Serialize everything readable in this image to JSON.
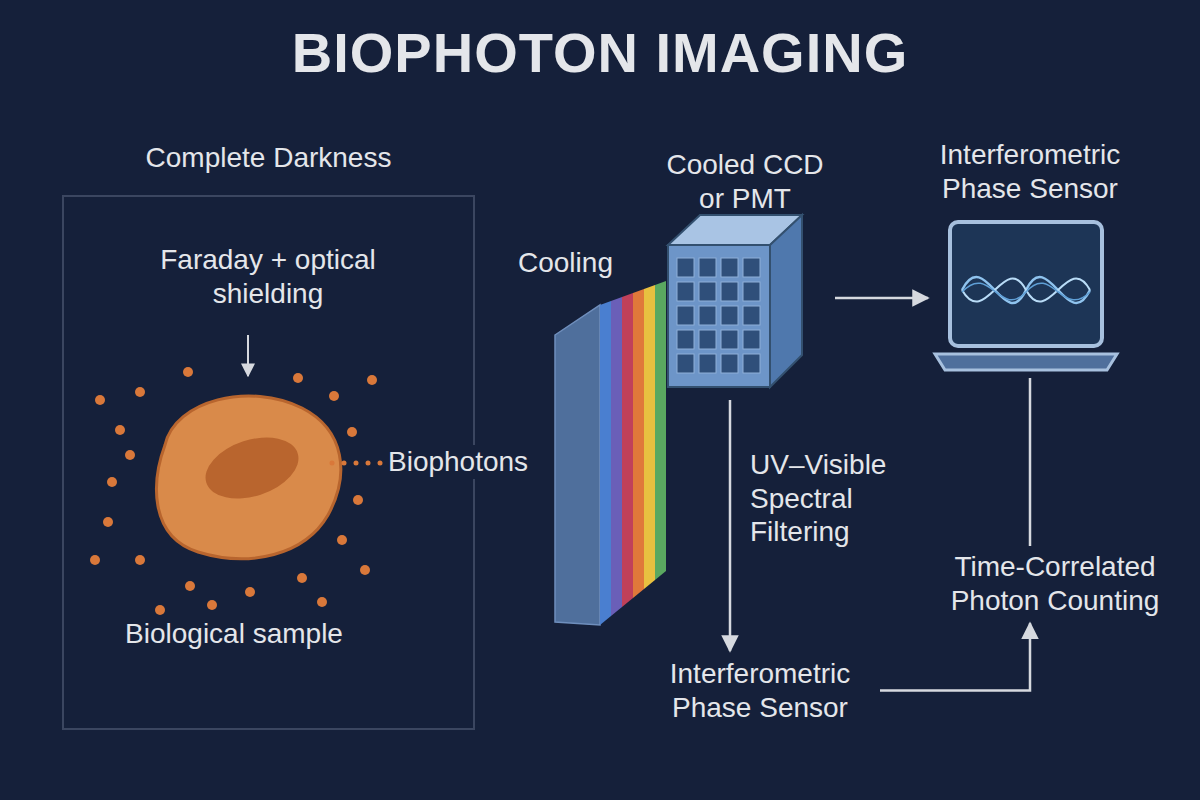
{
  "diagram": {
    "title": "BIOPHOTON IMAGING",
    "nodes": [
      {
        "text": [
          "Complete Darkness",
          "Faraday + optical shielding",
          "Biological sample"
        ]
      },
      {
        "text": [
          "Cooled CCD or PMT"
        ]
      },
      {
        "text": [
          "Interferometric Phase Sensor"
        ]
      },
      {
        "text": [
          "Interferometric Phase Sensor"
        ]
      },
      {
        "text": [
          "Time-Correlated Photon Counting"
        ]
      }
    ],
    "edges": [
      {
        "from": 1,
        "to": 2,
        "arrow": "to"
      },
      {
        "from": 1,
        "to": 3,
        "label": "UV–Visible Spectral Filtering",
        "arrow": "to"
      },
      {
        "from": 3,
        "to": 4,
        "arrow": "to"
      },
      {
        "from": 2,
        "to": 4,
        "arrow": "none"
      }
    ],
    "labels": [
      "Cooling",
      "Biophotons"
    ]
  }
}
